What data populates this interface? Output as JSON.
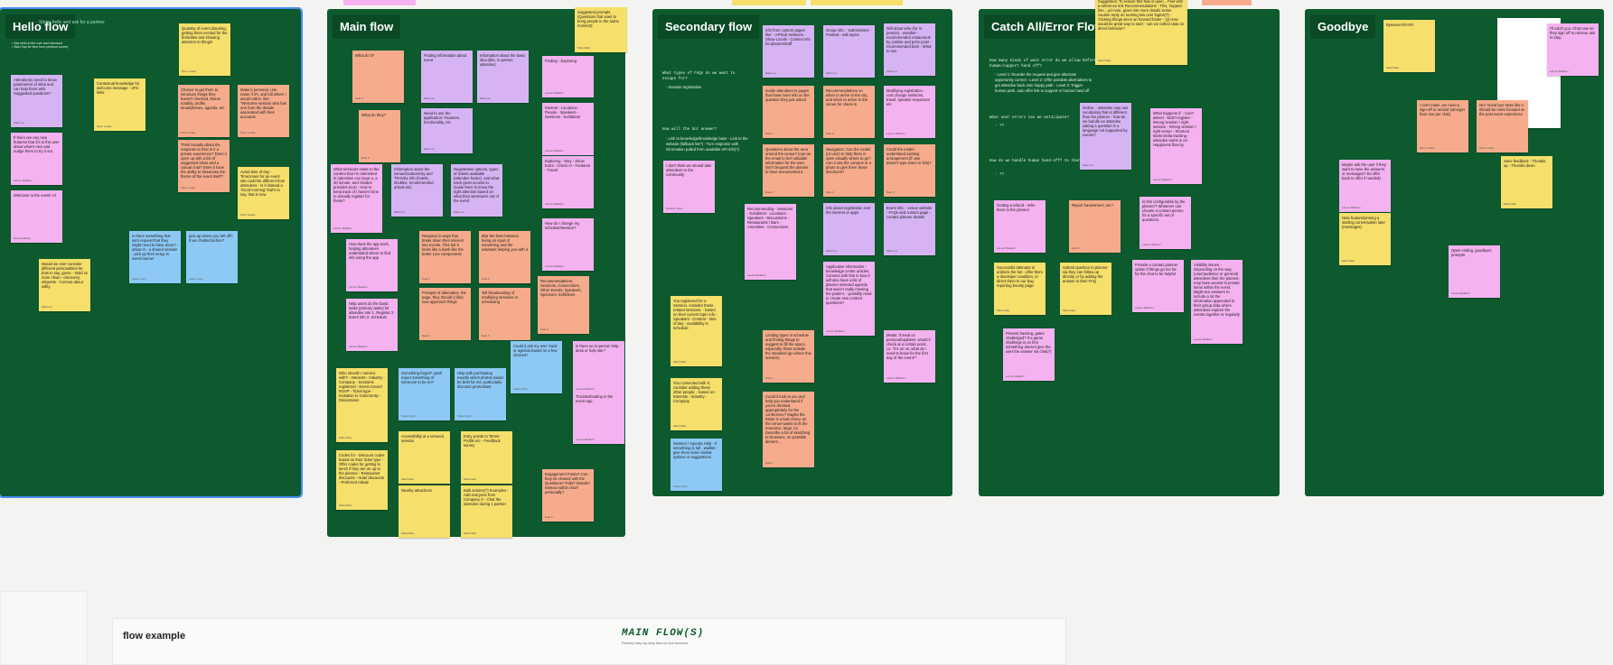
{
  "frames": [
    {
      "id": "hello",
      "title": "Hello flow",
      "tag": "- Sticky hello and ask for a partner"
    },
    {
      "id": "main",
      "title": "Main flow",
      "tag": ""
    },
    {
      "id": "secondary",
      "title": "Secondary flow",
      "tag": ""
    },
    {
      "id": "catch",
      "title": "Catch All/Error Flow",
      "tag": ""
    },
    {
      "id": "goodbye",
      "title": "Goodbye",
      "tag": ""
    }
  ],
  "hello_notes": [
    "Quantity of event planning, getting them excited for the festivities and showing attention to things!",
    "Attendee(s) need to know parameters of what and can help them with. Suggested questions?",
    "Contextual knowledge for welcome message - 2FS links",
    "Chance to get them to introduce things they haven't checked, theme notably, profile, smartphones, agenda, etc",
    "Make it personal. Use name if it's, and full where I would rather, like: \"Welcome session who has one from the details associated with their accounts.",
    "If there are any new features that it's to the user about what's new and nudge them to try it out.",
    "Think broadly about the response to this! Is it a private experience? Does it open up with a list of suggested ideas and a casual chat? Does it have the ability to showcase the theme of the event itself?",
    "Welcome to the event! Hi",
    "Avoid time of day - Timezones for an event site could be different from attendees - Is it instead a 'Good morning' that's to say, that is new",
    "Is there something that sent request that they might need to have done? - about in - a shared session - pick up their setup in event banner",
    "pick up where you left off? If we chatted before?",
    "Would we ever consider different personalities for bots to say, given: - Bold vs more clean - discovery, etiquette - Curious about utility"
  ],
  "main_notes": [
    "What do it?",
    "Finding information about event",
    "Information about the basic idea (like, to person attendee)",
    "Finding - Exploring",
    "What do they?",
    "Need to use the application: Features, functionality, etc.",
    "Interest - Locations - People - Speakers - Sessions - Exhibitors",
    "What sessions relate to the content that I'm interested in (attendee can input a, a 30 minute, and chatbot provides tour) - How to keep track of I haven't time to actually register for these?",
    "Information about the venue/location/city and TRAVEL info (hotels, shuttles, recommended arrival etc)",
    "Registration options, types of tickets available (attendee frame), and what each gives access to. Guide them to know the right attention based on what they were/were not of the event",
    "Exploring - Stay - Show Extra - Check in - Features - Travel",
    "How does the app work, helping attendees understand where to find info using the app",
    "Respond in ways that break down their interest into events. This bot it looks like a kiosk like the better Line components",
    "Blur the lines between being an input of something and the assistant helping you with it",
    "How do I change my schedule/session?",
    "Help users do the basic tasks (primary tasks) for attendee role 1. Register 2. Event info 3. Schedule",
    "Prompts of alternative, the page, they should (I like) new approach things",
    "Tell broadcasting of modifying sessions or scheduling",
    "Recommendations: Sessions, Connections, Other Events, Speakers, Sponsors, Exhibitors",
    "Could it ask my own 'track' or agenda based on a few choices?",
    "Is there an in-person help desk or help site?",
    "Who should I connect with? - Interests - Industry - Company - Sessions registered - Event concert RSVP - Ticket type - Invitation to Community - Discussions",
    "Something forgot? quick report something of someone to be on?",
    "Help with purchasing exactly which photos would be best for me, particularly discount promotions",
    "Troubleshooting in the event app",
    "Codes for - Discount codes based on their ticket type - Offer codes for getting to lunch if they are on up to the planner - Restaurant discounts - Hotel discounts - Preferred rebate",
    "Accessibility at a venue/a session",
    "Entry points to Terms - Profile etc - Feedback survey",
    "Engagement Points? Can they be chased with the Questions? Polls? Details? Interact within chat? personally?",
    "Nearby attractions",
    "Bulk actions(?) Examples - Add everyone from Company X - Chat the attendee during 1 partner",
    "Suggested prompts (Questions that want to bring people in the same moment)"
  ],
  "secondary_text_1": "What types of FAQs do we want to escape for?",
  "secondary_text_1b": "- Session registration",
  "secondary_text_2": "How will the bot answer?",
  "secondary_text_2b": "- Link to knowledge/knowledge base - Link to the website (fallback list?) - Turn response with information pulled from available API info(?)",
  "secondary_notes": [
    "I don't think we should take attendees to the community",
    "Info from custom pages like: - API/Lib sessions - Show Locals - Contact info for planner/staff",
    "Group info: - submissions - Festival - talk topics",
    "Will about who (for in person) - weather - recommended restaurants by cuisine and price point - recommended bars - What to see",
    "Guide attendees to pages that have more info on the question they just asked",
    "Recommendations on when to arrive to the city, and when to arrive to the venue for check-in",
    "Modifying registration - cost change sessions, travel, speaker responses etc",
    "Questions about the area around the venue? (can we the email to feel valuable information for the user. Don't bequest the planner to have documented it.",
    "Navigation: Can the model (or user) to help them in open visually where to go? Can it use the campus or a photo to give them those directions?",
    "Could the model understand existing arrangement (if user doesn't type exact or link)?",
    "Recommending - Sessions - Exhibitors - Locations - Speakers - Discussions - Restaurants / Bars - Amenities - Connections",
    "Info about registration over the internet or apps",
    "Event info: - venue website - FAQs and custom page - contact planner details",
    "You registered for a Session, consider these related sessions: - based on their current topic info - Speakers - Content - time of day - availability in schedule",
    "Application information - knowledge center articles. Connect with this to how it will also have a list of planner selected agenda that wasn't really meeting the pattern. - possibly need to create new content questions?",
    "Limiting types in schedule and finding things to suggest to fill the space, especially those outside the standard (go where this session)",
    "Meals: If meal on personal/updates: would it check at a certain point... i.e. \"It's on us, what do I need to know for the first day of the event?\"",
    "You connected with X, consider adding these other people: - based on - Interests - Industry - Company",
    "Could it look at you and help you understand if you're dressed appropriately for the conference? Maybe the folder is a bad choice as the venue wants to fit the renuance, large, lol. Describe a bit of sketching to browsers, on possible dinners...",
    "Session / Agenda Help - If something is full - waitlist - give them some similar options or suggestions"
  ],
  "catch_text_1": "How many kinds of wait error do we allow before human/support hand off?",
  "catch_text_1b": "- Level 1: Reorder the request and give alternate opportunity correct - Level 2: Offer possible alternatives to get attendee back onto happy path - Level 3: Trigger human path, auto offer link to support or human hand off",
  "catch_text_2": "What user errors can we anticipate?",
  "catch_text_2b": "- ??",
  "catch_text_3": "How do we handle human hand-off? Is there one?",
  "catch_text_3b": "- ??",
  "catch_notes": [
    "Online: - attendee may use vocabulary that is different than the planner - how do we handle an attendee asking a question in a language not supported by events?",
    "What happens if: - Can't attend - Didn't register - Wrong session / right session - Wrong session / right venue - Shortcut starts Delta tracking - attendee starts in on Happiness flow by",
    "Getting a refund - refer them to the planner",
    "Report harassment, etc?",
    "Is this configurable by the planner? Whatever can choose a contact person for a specific set of questions.",
    "Successful attempts to unblock the bot - offer them a developer coadition, or direct them to our bug reporting bounty page",
    "Submit question to planner via they can follow up directly or by adding the answer to their FAQ",
    "Provide a contact planner option if things go too far for the chat to be helpful",
    "Visibility issues - Depending on the way (user/audience or general) attendees their the planner, may have access to private items within the event. Might see answers to include a lot the information appended to their group data where attendees explore the events together or regularly",
    "Prevent hacking, gates challenged? If a game challenge is on first something doesn't give the user the answer via chat(?)",
    "Suggestion: To ensure this flow is open... Feel with a reference link",
    "Recommendations - This, hopped line... pri-note, gives into more details",
    "Some caution reply on running low over logins(?) - Clicking things since an forward footer - Q) How would be great way to start - can we collect data on direct behavior?"
  ],
  "goodbye_notes": [
    "Byeeeee!!!!!!!!!!!!",
    "I'll catch you. Chat now so they sign off to retrieve ask to stay.",
    "I can't make, we need a sign-off to remind (stronger than one per chat)",
    "Our 'Good bye' Note like it should be more focused on the post event experience",
    "Save feedback - Thumbs up - Thumbs down",
    "Maybe ask the user if they want to save the answers or messages? Do offer back to offer if needed)",
    "Note feature/pinning a starting conversation later (messages)",
    "Open ending, goodbyes prompts"
  ],
  "bottom": {
    "title": "flow example",
    "mono": "MAIN FLOW(S)",
    "sub": "Primary step-by-step flow for bot services"
  }
}
